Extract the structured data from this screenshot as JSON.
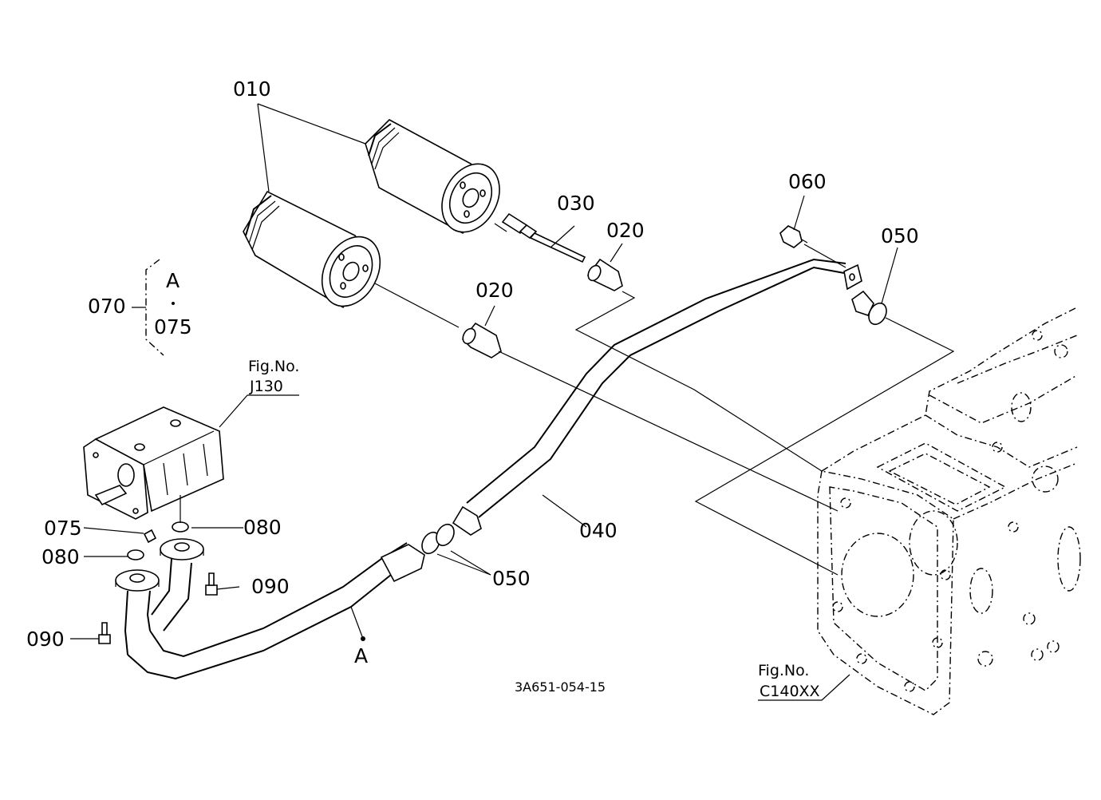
{
  "labels": {
    "p010": "010",
    "p020a": "020",
    "p020b": "020",
    "p030": "030",
    "p040": "040",
    "p050a": "050",
    "p050b": "050",
    "p060": "060",
    "p070": "070",
    "p075a": "075",
    "p075b": "075",
    "p080a": "080",
    "p080b": "080",
    "p090a": "090",
    "p090b": "090",
    "groupA": "A",
    "pointA": "A"
  },
  "references": {
    "ref1_line1": "Fig.No.",
    "ref1_line2": "J130",
    "ref2_line1": "Fig.No.",
    "ref2_line2": "C140XX"
  },
  "drawing_code": "3A651-054-15",
  "colors": {
    "ink": "#000000",
    "paper": "#ffffff"
  }
}
